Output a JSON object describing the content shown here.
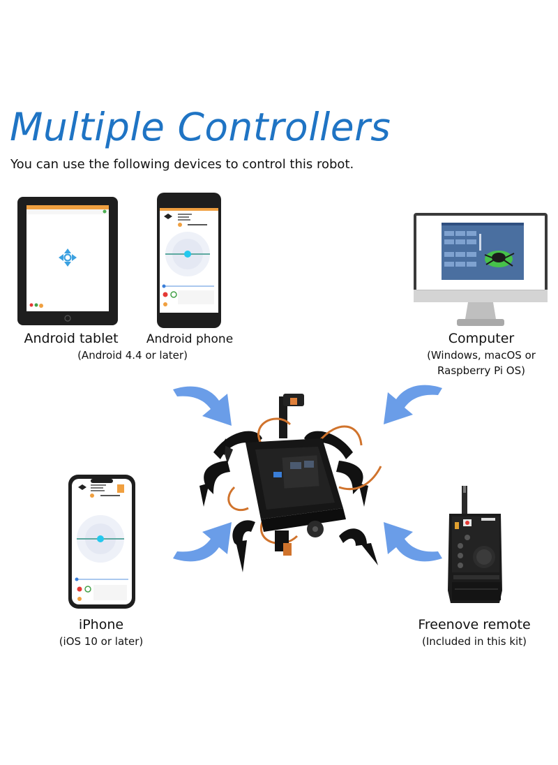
{
  "header": {
    "title": "Multiple Controllers",
    "subtitle": "You can use the following devices to control this robot."
  },
  "devices": {
    "android_tablet": {
      "label": "Android tablet"
    },
    "android_phone": {
      "label": "Android phone"
    },
    "android_note": "(Android 4.4 or later)",
    "computer": {
      "label": "Computer",
      "note_line1": "(Windows, macOS or",
      "note_line2": "Raspberry Pi OS)"
    },
    "iphone": {
      "label": "iPhone",
      "note": "(iOS 10 or later)"
    },
    "remote": {
      "label": "Freenove remote",
      "note": "(Included in this kit)"
    }
  },
  "colors": {
    "title_blue": "#1f74c4",
    "arrow_blue": "#6a9de8",
    "app_orange": "#f0a040"
  },
  "icons": [
    "direction-pad-icon",
    "color-wheel-icon",
    "arrow-icon",
    "joystick-icon"
  ]
}
